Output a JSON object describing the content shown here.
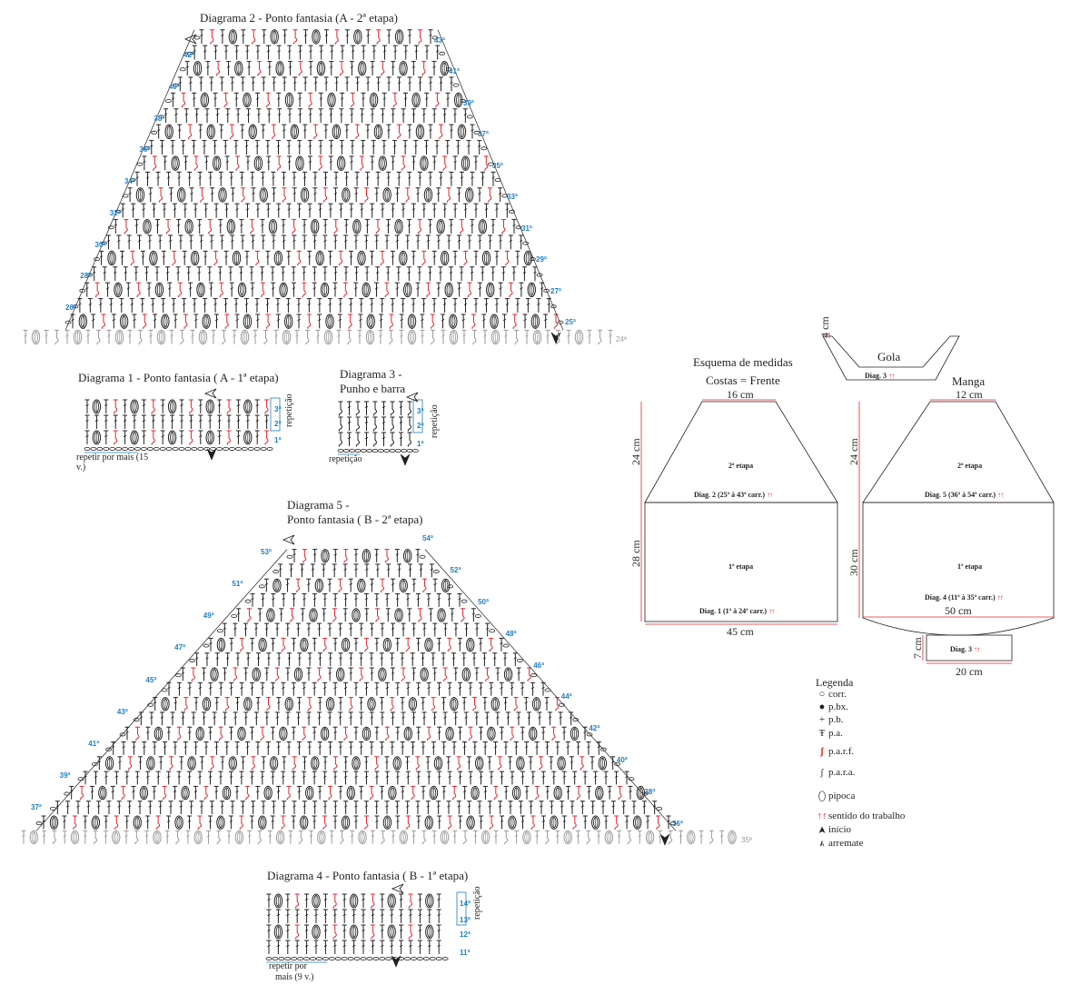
{
  "diagrams": {
    "d1": {
      "title": "Diagrama 1 - Ponto fantasia ( A - 1ª etapa)",
      "rows": [
        "3ª",
        "2ª",
        "1ª"
      ],
      "side_label": "repetição",
      "footnote": "repetir por mais (15 v.)"
    },
    "d2": {
      "title": "Diagrama 2 - Ponto fantasia (A - 2ª etapa)",
      "rows_left": [
        "42ª",
        "40ª",
        "38ª",
        "36ª",
        "34ª",
        "32ª",
        "30ª",
        "28ª",
        "26ª"
      ],
      "rows_right": [
        "43ª",
        "41ª",
        "39ª",
        "37ª",
        "35ª",
        "33ª",
        "31ª",
        "29ª",
        "27ª",
        "25ª"
      ],
      "base_row": "24ª"
    },
    "d3": {
      "title_line1": "Diagrama 3 -",
      "title_line2": "Punho e barra",
      "rows": [
        "3ª",
        "2ª",
        "1ª"
      ],
      "side_label": "repetição",
      "footnote": "repetição"
    },
    "d4": {
      "title": "Diagrama 4 - Ponto fantasia ( B - 1ª etapa)",
      "rows": [
        "14ª",
        "13ª",
        "12ª",
        "11ª"
      ],
      "side_label": "repetição",
      "footnote_line1": "repetir por",
      "footnote_line2": "mais (9 v.)"
    },
    "d5": {
      "title_line1": "Diagrama 5 -",
      "title_line2": "Ponto fantasia ( B - 2ª etapa)",
      "rows_left": [
        "53ª",
        "51ª",
        "49ª",
        "47ª",
        "45ª",
        "43ª",
        "41ª",
        "39ª",
        "37ª"
      ],
      "rows_right": [
        "54ª",
        "52ª",
        "50ª",
        "48ª",
        "46ª",
        "44ª",
        "42ª",
        "40ª",
        "38ª",
        "36ª"
      ],
      "base_row": "35ª"
    }
  },
  "scheme": {
    "title_line1": "Esquema de medidas",
    "title_line2": "Costas = Frente",
    "body": {
      "top": "16 cm",
      "upper_height": "24 cm",
      "lower_height": "28 cm",
      "bottom": "45 cm",
      "upper_stage": "2ª etapa",
      "upper_diag": "Diag. 2 (25ª à 43ª carr.)",
      "lower_stage": "1ª etapa",
      "lower_diag": "Diag. 1 (1ª à 24ª carr.)"
    },
    "collar": {
      "title": "Gola",
      "height": "4 cm",
      "diag": "Diag. 3"
    },
    "sleeve": {
      "title": "Manga",
      "top": "12 cm",
      "upper_height": "24 cm",
      "lower_height": "30 cm",
      "width": "50 cm",
      "upper_stage": "2ª etapa",
      "upper_diag": "Diag. 5 (36ª à 54ª carr.)",
      "lower_stage": "1ª etapa",
      "lower_diag": "Diag. 4 (11ª à 35ª carr.)",
      "cuff_diag": "Diag. 3",
      "cuff_height": "7 cm",
      "cuff_width": "20 cm"
    },
    "arrows": "↑↑"
  },
  "legend": {
    "title": "Legenda",
    "items": [
      {
        "icon": "chain-stitch-icon",
        "symbol": "○",
        "label": "corr."
      },
      {
        "icon": "slip-stitch-icon",
        "symbol": "●",
        "label": "p.bx."
      },
      {
        "icon": "single-crochet-icon",
        "symbol": "+",
        "label": "p.b."
      },
      {
        "icon": "double-crochet-icon",
        "symbol": "Ŧ",
        "label": "p.a."
      },
      {
        "icon": "front-post-icon",
        "symbol": "ʃ",
        "label": "p.a.r.f."
      },
      {
        "icon": "back-post-icon",
        "symbol": "ʃ",
        "label": "p.a.r.a."
      },
      {
        "icon": "popcorn-icon",
        "symbol": "⬯",
        "label": "pipoca"
      },
      {
        "icon": "direction-arrows-icon",
        "symbol": "↑↑",
        "label": "sentido do trabalho"
      },
      {
        "icon": "start-arrow-icon",
        "symbol": "➤",
        "label": "início"
      },
      {
        "icon": "finish-arrow-icon",
        "symbol": "➣",
        "label": "arremate"
      }
    ]
  },
  "colors": {
    "ink": "#231f20",
    "row_blue": "#1f7fc3",
    "accent_red": "#e0262b",
    "base_gray": "#9a9a9a"
  }
}
